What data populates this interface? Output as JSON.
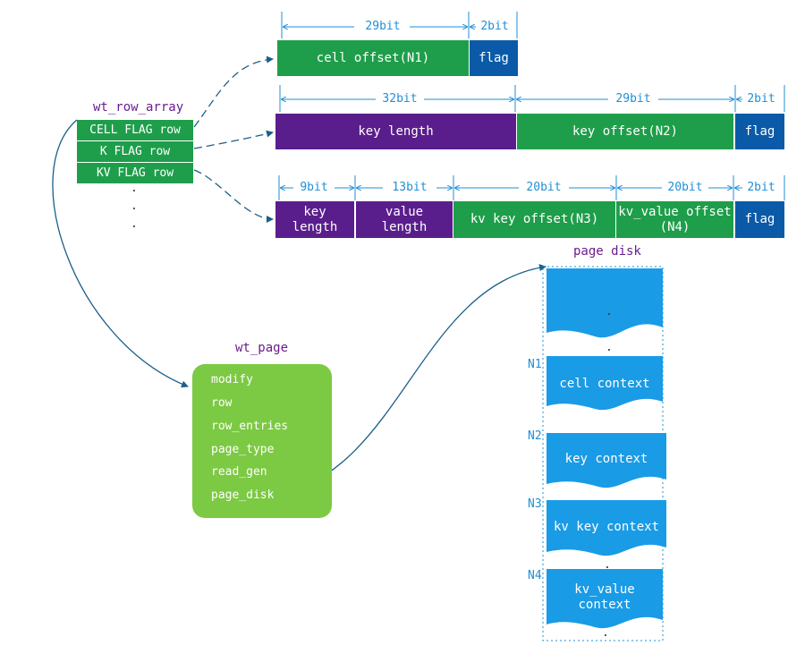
{
  "row_array": {
    "title": "wt_row_array",
    "rows": [
      "CELL FLAG row",
      "K FLAG row",
      "KV FLAG row"
    ],
    "more": "."
  },
  "cell_format": {
    "bits": [
      "29bit",
      "2bit"
    ],
    "fields": [
      "cell offset(N1)",
      "flag"
    ]
  },
  "k_format": {
    "bits": [
      "32bit",
      "29bit",
      "2bit"
    ],
    "fields": [
      "key length",
      "key offset(N2)",
      "flag"
    ]
  },
  "kv_format": {
    "bits": [
      "9bit",
      "13bit",
      "20bit",
      "20bit",
      "2bit"
    ],
    "fields": [
      [
        "key",
        "length"
      ],
      [
        "value",
        "length"
      ],
      [
        "kv key offset(N3)"
      ],
      [
        "kv_value offset",
        "(N4)"
      ],
      [
        "flag"
      ]
    ]
  },
  "wt_page": {
    "title": "wt_page",
    "fields": [
      "modify",
      "row",
      "row_entries",
      "page_type",
      "read_gen",
      "page_disk"
    ]
  },
  "page_disk": {
    "title": "page disk",
    "blocks": [
      {
        "marker": "",
        "lines": [
          ""
        ]
      },
      {
        "marker": "N1",
        "lines": [
          "cell context"
        ]
      },
      {
        "marker": "N2",
        "lines": [
          "key context"
        ]
      },
      {
        "marker": "N3",
        "lines": [
          "kv key context"
        ]
      },
      {
        "marker": "N4",
        "lines": [
          "kv_value",
          "context"
        ]
      }
    ],
    "dot": "."
  },
  "colors": {
    "green": "#1e9e4a",
    "purple": "#5a1e8c",
    "navy": "#0b5aa8",
    "light_green": "#7cc943",
    "doc_blue": "#1a9be6",
    "dimension_blue": "#1f8fd6",
    "connector": "#1b5f8a"
  }
}
